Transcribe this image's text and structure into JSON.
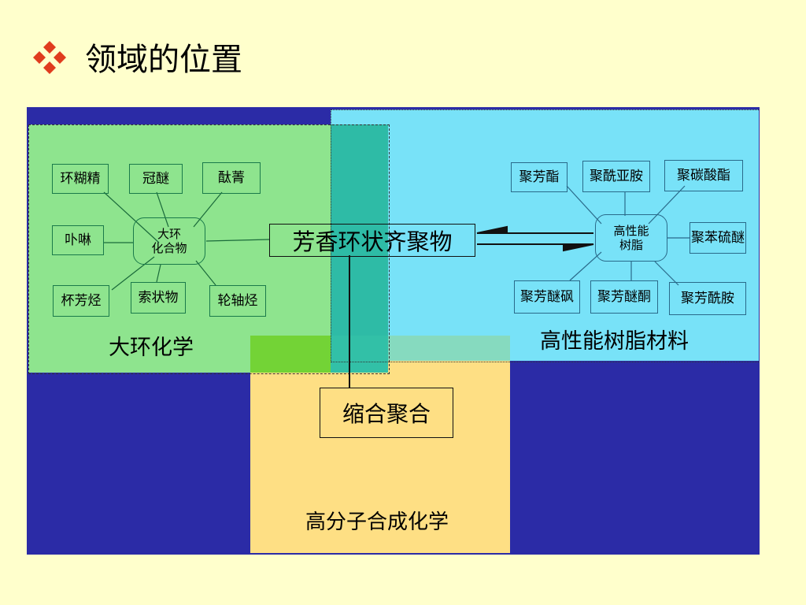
{
  "header": {
    "title": "领域的位置",
    "bullet_icon": "diamond-quad-icon",
    "bullet_color": "#e03c1e"
  },
  "colors": {
    "background": "#ffffcc",
    "diagram_background": "#2b2ba6",
    "macrocycle_region": "#8ee48e",
    "resin_region": "#78e2f8",
    "polymer_region": "#fedf84"
  },
  "diagram": {
    "center_label": "芳香环状齐聚物",
    "condensation_label": "缩合聚合",
    "macrocycle": {
      "region_label": "大环化学",
      "hub": "大环\n化合物",
      "nodes": [
        "环糊精",
        "冠醚",
        "酞菁",
        "卟啉",
        "杯芳烃",
        "索状物",
        "轮轴烃"
      ]
    },
    "resin": {
      "region_label": "高性能树脂材料",
      "hub": "高性能\n树脂",
      "nodes": [
        "聚芳酯",
        "聚酰亚胺",
        "聚碳酸酯",
        "聚苯硫醚",
        "聚芳醚砜",
        "聚芳醚酮",
        "聚芳酰胺"
      ]
    },
    "polymer": {
      "region_label": "高分子合成化学"
    }
  }
}
